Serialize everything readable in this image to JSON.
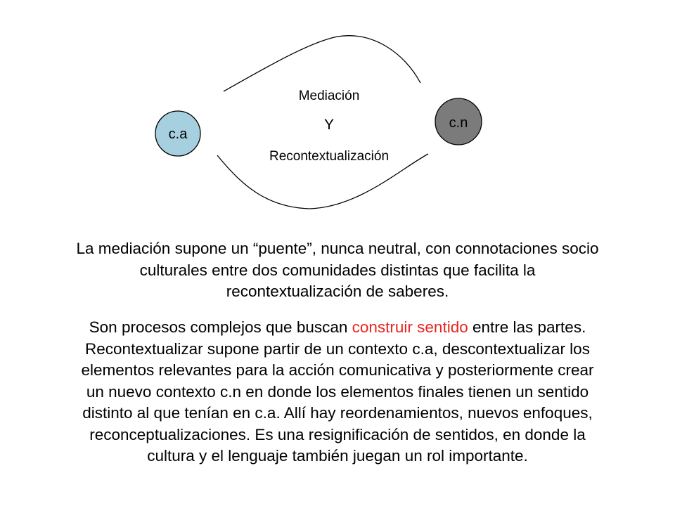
{
  "diagram": {
    "node_left": {
      "label": "c.a",
      "fill": "#a6cfe0"
    },
    "node_right": {
      "label": "c.n",
      "fill": "#7b7b7b"
    },
    "center": {
      "line1": "Mediación",
      "line2": "Y",
      "line3": "Recontextualización"
    }
  },
  "text": {
    "paragraph1": {
      "line1": "La mediación supone un “puente”, nunca neutral, con connotaciones socio",
      "line2": "culturales entre dos comunidades distintas que facilita la",
      "line3": "recontextualización de saberes."
    },
    "paragraph2": {
      "line1_before": "Son procesos complejos que buscan ",
      "line1_highlight": "construir sentido",
      "line1_after": " entre las partes.",
      "line2": "Recontextualizar supone partir de un contexto c.a, descontextualizar los",
      "line3": "elementos relevantes para la acción comunicativa y posteriormente crear",
      "line4": "un nuevo contexto c.n en donde los elementos finales tienen un sentido",
      "line5": "distinto al que tenían en c.a.  Allí hay reordenamientos, nuevos enfoques,",
      "line6": "reconceptualizaciones. Es una resignificación de sentidos, en donde la",
      "line7": "cultura y el lenguaje también juegan un rol importante."
    },
    "highlight_color": "#e8251f"
  }
}
